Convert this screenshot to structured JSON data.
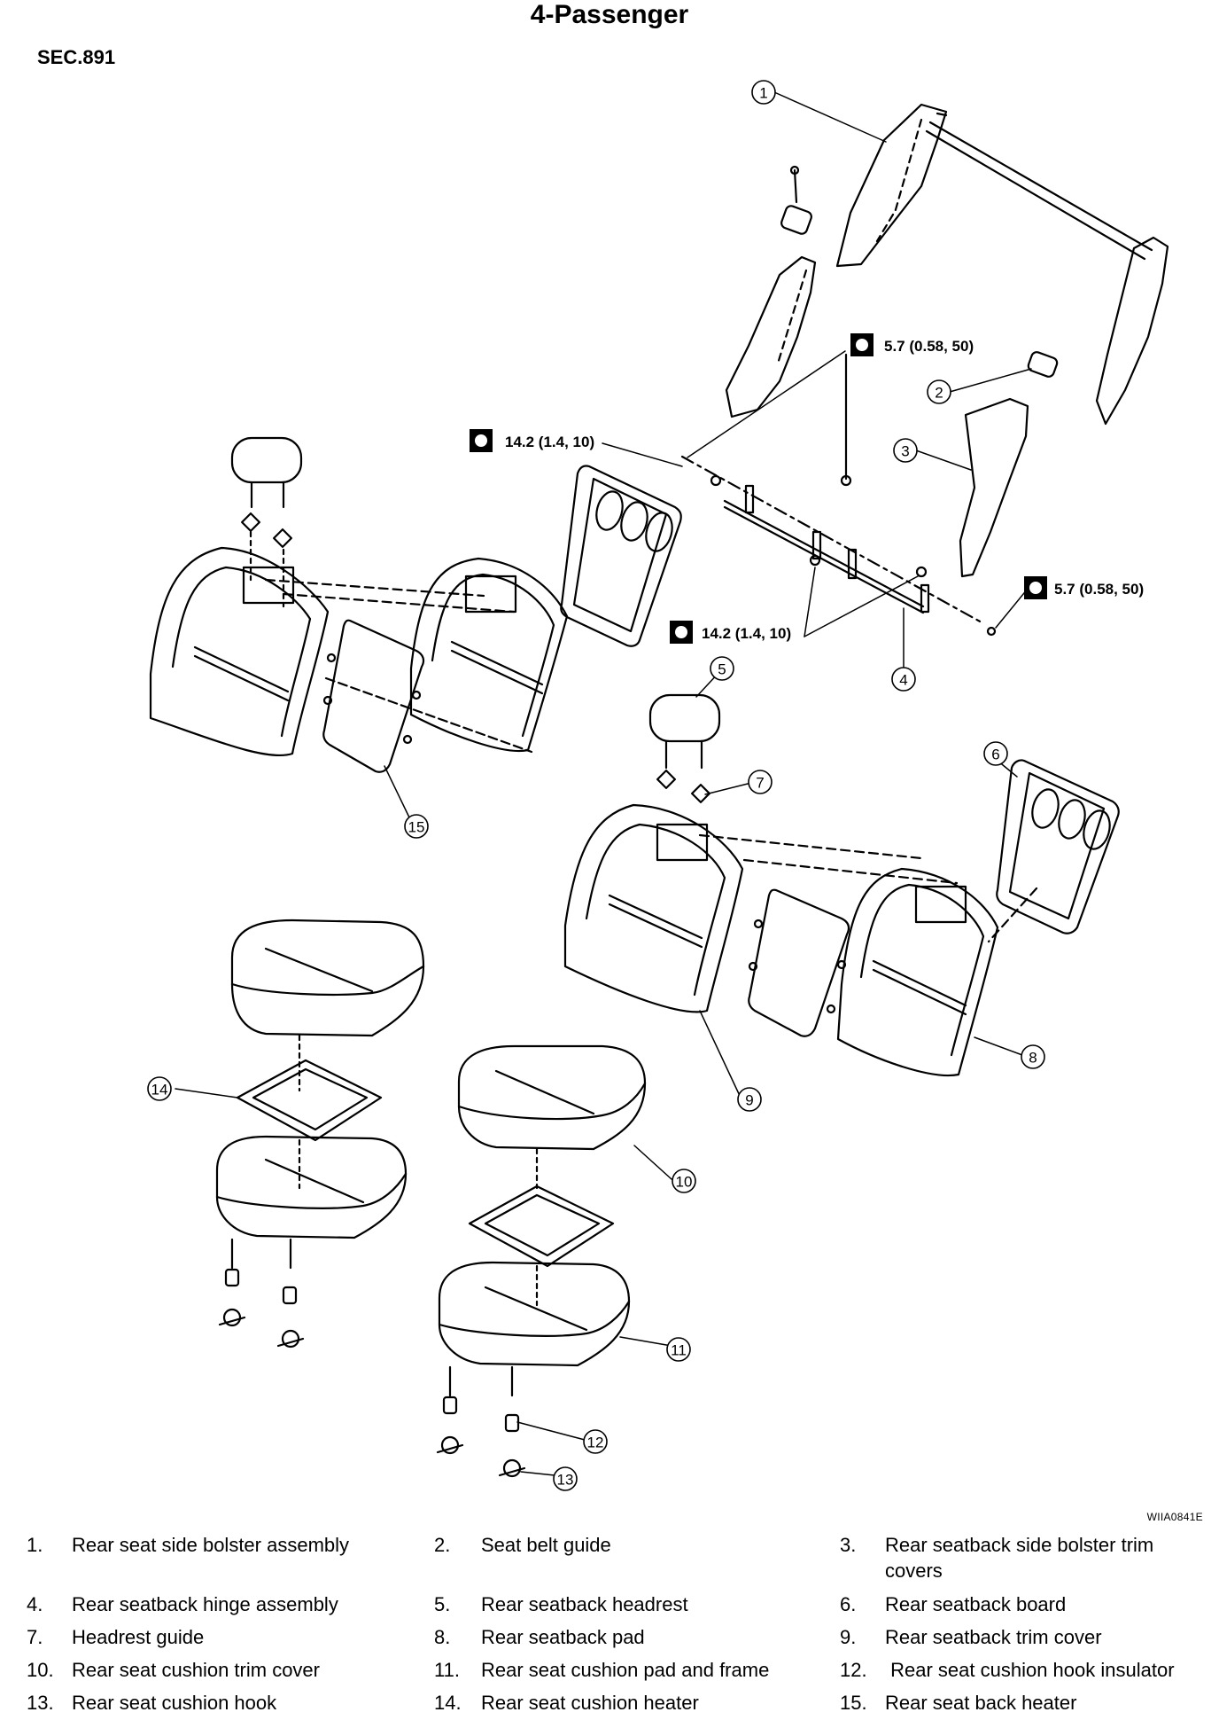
{
  "title": "4-Passenger",
  "section": "SEC.891",
  "figure_id": "WIIA0841E",
  "torques": {
    "t1": "5.7 (0.58, 50)",
    "t2": "14.2 (1.4, 10)",
    "t3": "5.7 (0.58, 50)",
    "t4": "14.2 (1.4, 10)"
  },
  "callouts": [
    "1",
    "2",
    "3",
    "4",
    "5",
    "6",
    "7",
    "8",
    "9",
    "10",
    "11",
    "12",
    "13",
    "14",
    "15"
  ],
  "legend": [
    {
      "num": "1.",
      "text": "Rear seat side bolster assembly"
    },
    {
      "num": "2.",
      "text": "Seat belt guide"
    },
    {
      "num": "3.",
      "text": "Rear seatback side bolster trim covers"
    },
    {
      "num": "4.",
      "text": "Rear seatback hinge assembly"
    },
    {
      "num": "5.",
      "text": "Rear seatback headrest"
    },
    {
      "num": "6.",
      "text": "Rear seatback board"
    },
    {
      "num": "7.",
      "text": "Headrest guide"
    },
    {
      "num": "8.",
      "text": "Rear seatback pad"
    },
    {
      "num": "9.",
      "text": "Rear seatback trim cover"
    },
    {
      "num": "10.",
      "text": "Rear seat cushion trim cover"
    },
    {
      "num": "11.",
      "text": "Rear seat cushion pad and frame"
    },
    {
      "num": "12.",
      "text": " Rear seat cushion hook insulator"
    },
    {
      "num": "13.",
      "text": "Rear seat cushion hook"
    },
    {
      "num": "14.",
      "text": "Rear seat cushion heater"
    },
    {
      "num": "15.",
      "text": "Rear seat back heater"
    }
  ]
}
